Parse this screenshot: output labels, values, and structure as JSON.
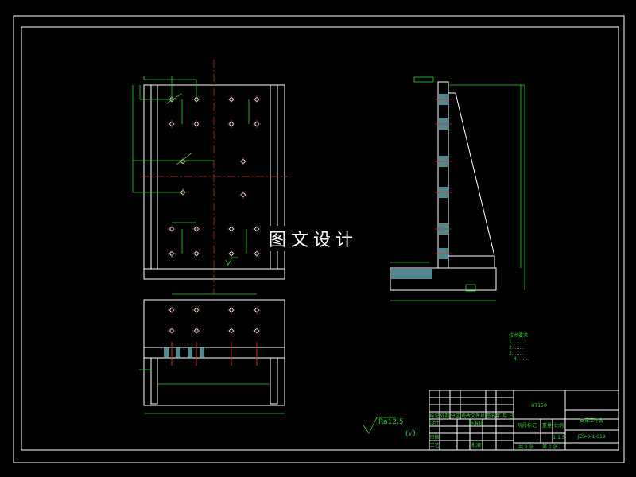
{
  "watermark": "图文设计",
  "roughness": {
    "symbol_value": "Ra12.5",
    "other_mark": "(√)"
  },
  "notes": {
    "heading": "技术要求",
    "lines": [
      "1. ……",
      "2. ……",
      "3. ……",
      "4. ……"
    ]
  },
  "title_block": {
    "material": "HT150",
    "part_name": "支撑工作台",
    "drawing_no": "JZS-0-1-019",
    "revision_headers": [
      "标记",
      "处数",
      "分区",
      "更改文件号",
      "签名",
      "年.月.日"
    ],
    "design": "设计",
    "standardization": "标准化",
    "review": "审核",
    "process": "工艺",
    "approve": "批准",
    "stage_mark": "阶段标记",
    "weight": "重量",
    "scale": "比例",
    "scale_value": "1:1.5",
    "sheets": "共 1 张",
    "sheet_no": "第 1 张"
  },
  "colors": {
    "outline": "#ffffff",
    "dimension": "#2fd12f",
    "centerline": "#c8322a",
    "hatch": "#6fb4c0"
  }
}
